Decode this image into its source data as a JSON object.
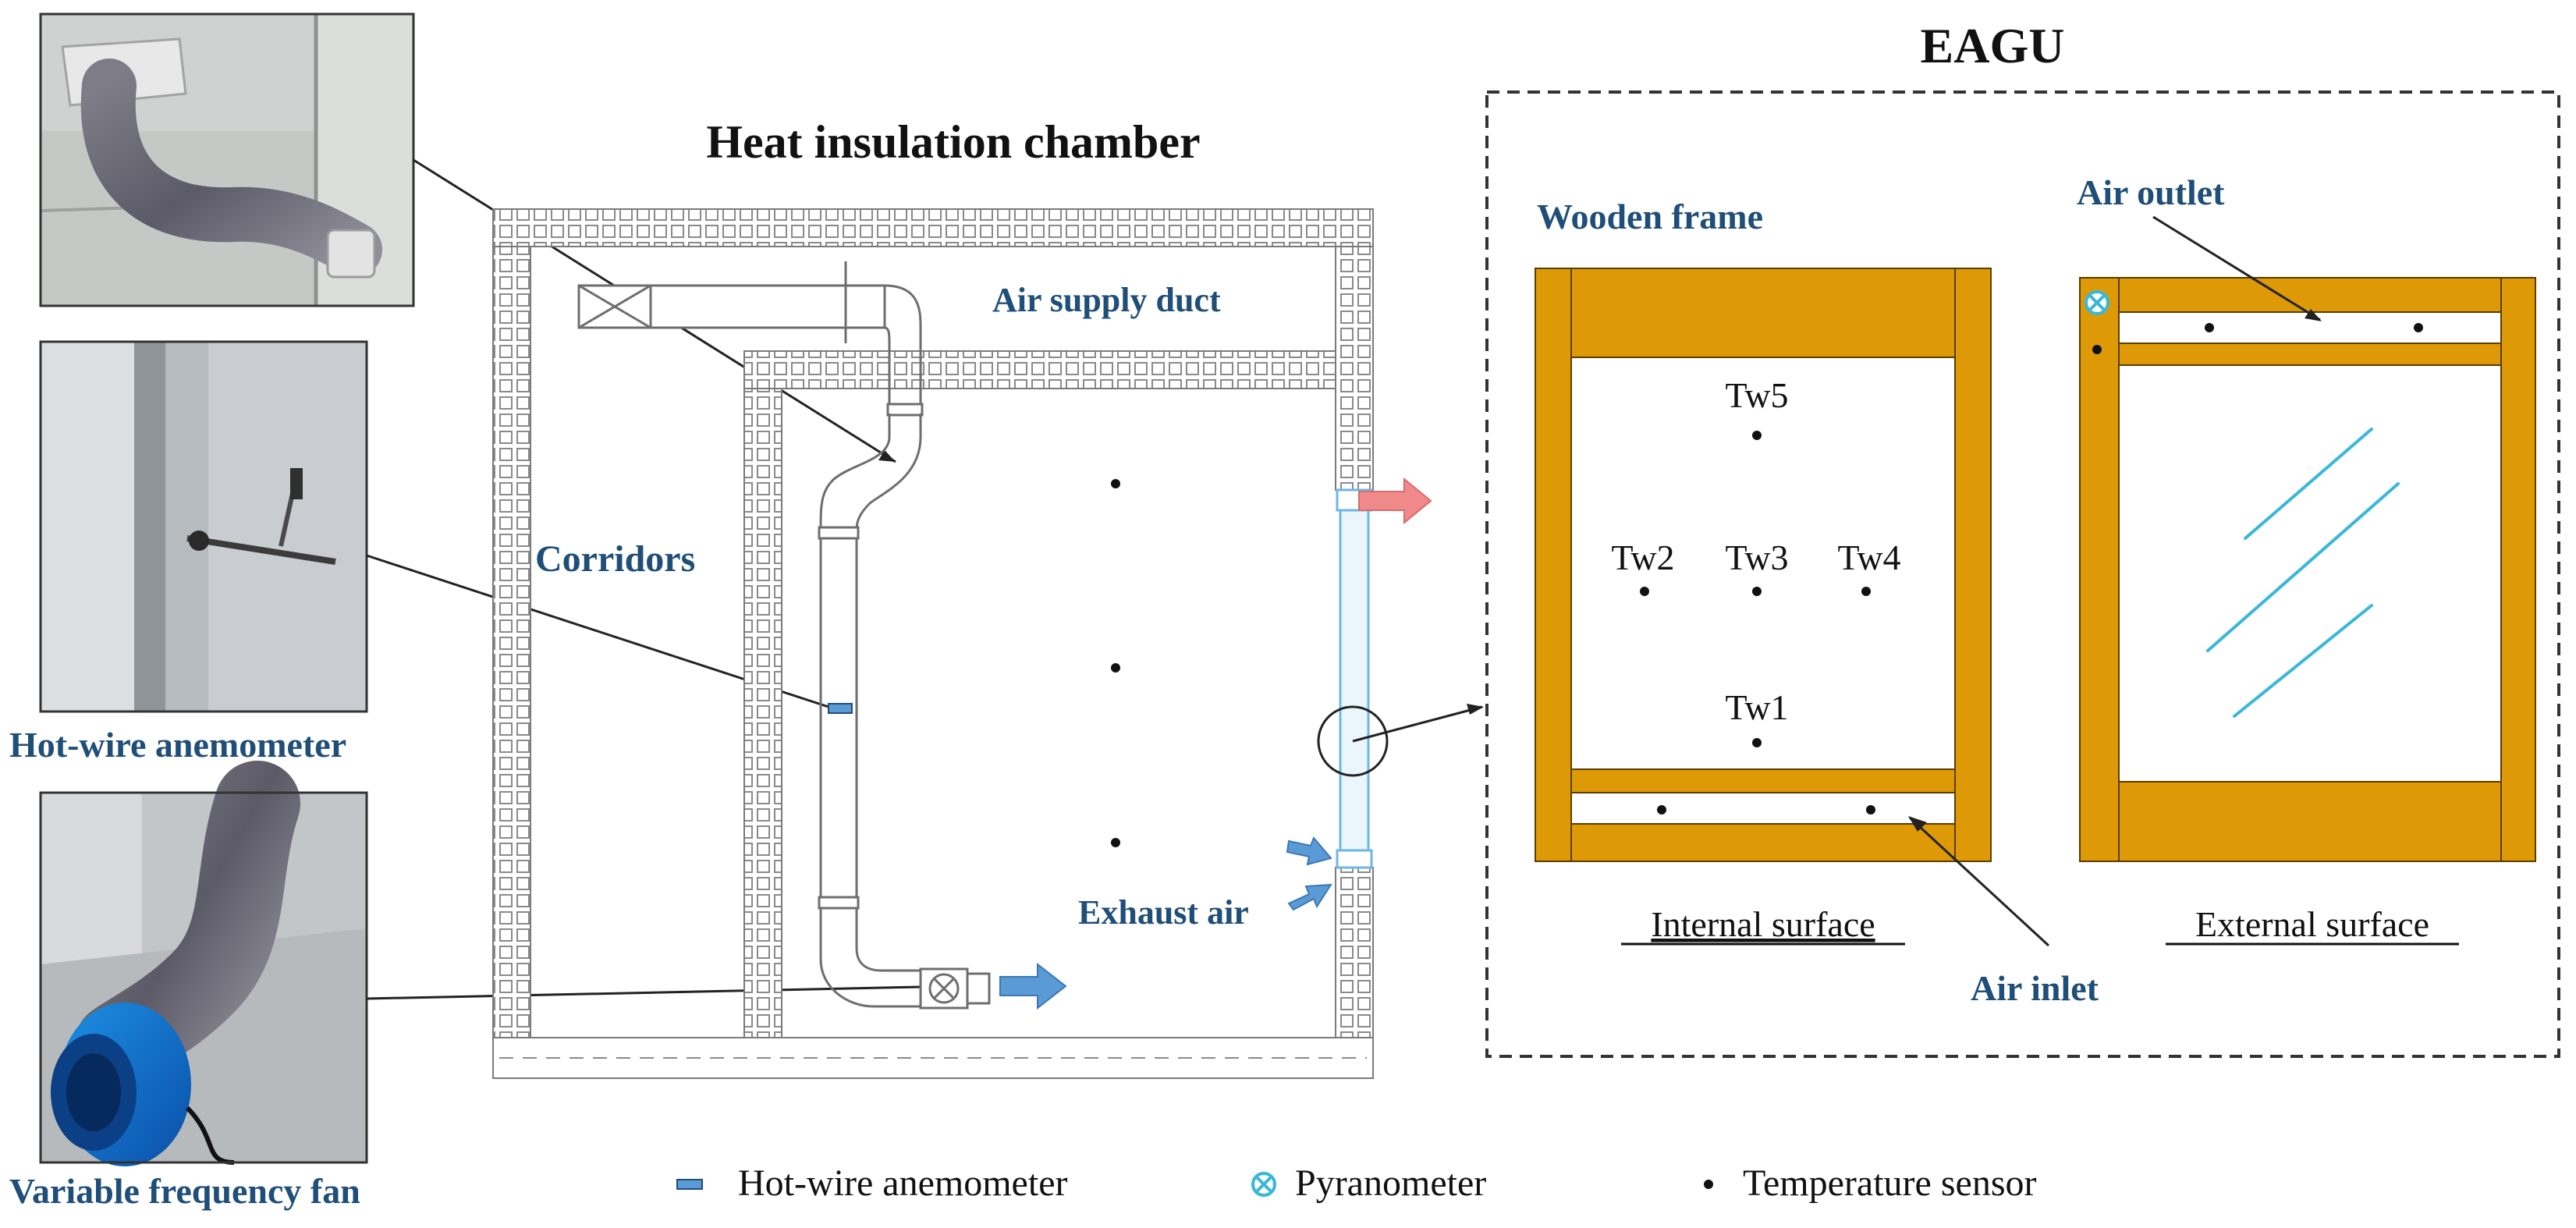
{
  "title": "Heat insulation chamber",
  "labels": {
    "air_supply_duct": "Air supply duct",
    "corridors": "Corridors",
    "exhaust_air": "Exhaust air"
  },
  "photos": {
    "hotwire_caption": "Hot-wire anemometer",
    "fan_caption": "Variable frequency fan"
  },
  "eagu": {
    "title": "EAGU",
    "wooden_frame": "Wooden frame",
    "air_outlet": "Air outlet",
    "air_inlet": "Air inlet",
    "internal_surface": "Internal surface",
    "external_surface": "External surface",
    "sensors": {
      "tw1": "Tw1",
      "tw2": "Tw2",
      "tw3": "Tw3",
      "tw4": "Tw4",
      "tw5": "Tw5"
    }
  },
  "legend": {
    "hotwire": "Hot-wire anemometer",
    "pyranometer": "Pyranometer",
    "temperature": "Temperature sensor"
  },
  "colors": {
    "frame_orange": "#de9a06",
    "label_blue": "#1f4e79",
    "supply_arrow_blue": "#5b9bd5",
    "exhaust_arrow_red": "#f08a8a",
    "glass_cyan": "#39b7d8"
  }
}
